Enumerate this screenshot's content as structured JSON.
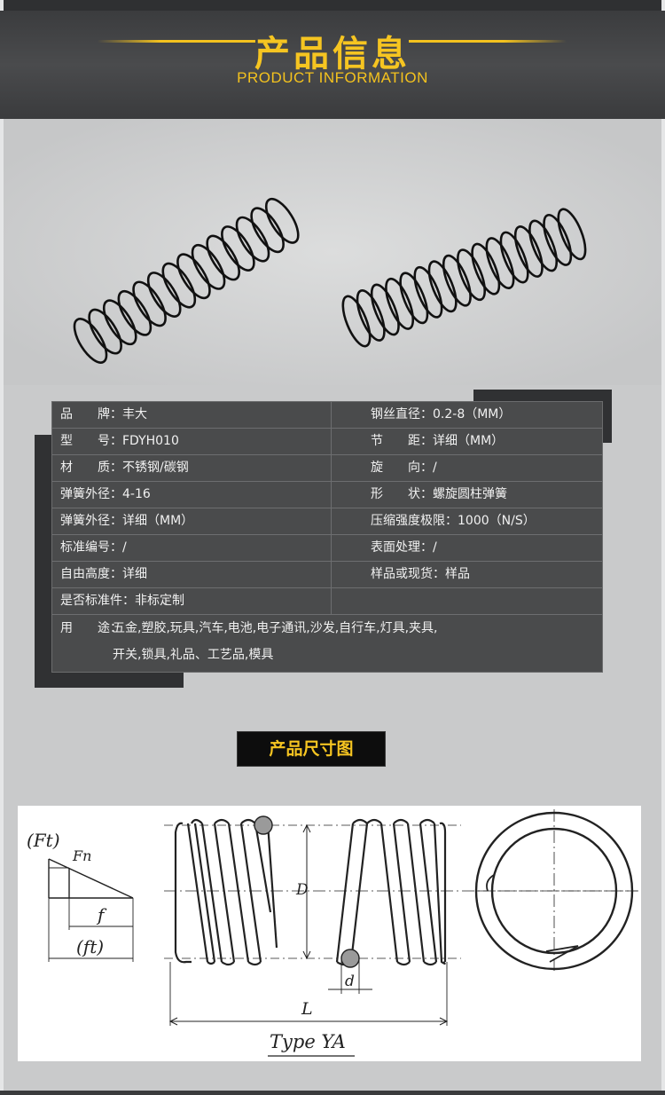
{
  "header": {
    "title_cn": "产品信息",
    "title_en": "PRODUCT INFORMATION"
  },
  "photo": {
    "description_icon": "compression-spring-icon"
  },
  "specs": {
    "rows": [
      {
        "left": "品　　牌：丰大",
        "right": "钢丝直径：0.2-8（MM）"
      },
      {
        "left": "型　　号：FDYH010",
        "right": "节　　距：详细（MM）"
      },
      {
        "left": "材　　质：不锈钢/碳钢",
        "right": "旋　　向：/"
      },
      {
        "left": "弹簧外径：4-16",
        "right": "形　　状：螺旋圆柱弹簧"
      },
      {
        "left": "弹簧外径：详细（MM）",
        "right": "压缩强度极限：1000（N/S）"
      },
      {
        "left": "标准编号：/",
        "right": "表面处理：/"
      },
      {
        "left": "自由高度：详细",
        "right": "样品或现货：样品"
      },
      {
        "left": "是否标准件：非标定制",
        "right": ""
      }
    ],
    "use_label": "用　　途：",
    "use_line1": "五金,塑胶,玩具,汽车,电池,电子通讯,沙发,自行车,灯具,夹具,",
    "use_line2": "开关,锁具,礼品、工艺品,模具"
  },
  "size_title": "产品尺寸图",
  "diagram": {
    "label_Ft": "(Ft)",
    "label_Fn": "Fn",
    "label_f": "f",
    "label_ft": "(ft)",
    "label_D": "D",
    "label_d": "d",
    "label_L": "L",
    "caption": "Type YA"
  },
  "colors": {
    "accent": "#f6c521",
    "panel": "#4a4b4c",
    "background": "#c9cacb"
  }
}
